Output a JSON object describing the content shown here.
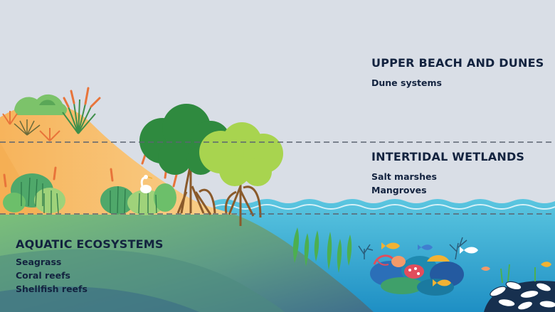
{
  "zones": {
    "upper": {
      "title": "UPPER BEACH AND DUNES",
      "items": [
        "Dune systems"
      ]
    },
    "intertidal": {
      "title": "INTERTIDAL WETLANDS",
      "items": [
        "Salt marshes",
        "Mangroves"
      ]
    },
    "aquatic": {
      "title": "AQUATIC ECOSYSTEMS",
      "items": [
        "Seagrass",
        "Coral reefs",
        "Shellfish reefs"
      ]
    }
  },
  "colors": {
    "sky": "#d9dee6",
    "sand": "#f6c27a",
    "water": "#3fb8d8",
    "aquatic_ground": "#6aa37a",
    "divider": "#5b6470",
    "text": "#13233f"
  },
  "icons": [
    "dune-grass-icon",
    "mangrove-tree-icon",
    "egret-icon",
    "seagrass-icon",
    "coral-icon",
    "fish-icon",
    "shell-icon"
  ]
}
